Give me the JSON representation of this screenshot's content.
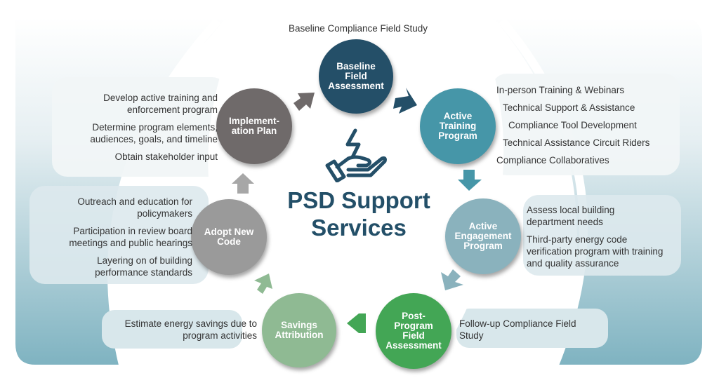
{
  "title": "PSD Support Services",
  "title_lines": [
    "PSD Support",
    "Services"
  ],
  "icon": "hand-with-lightning-icon",
  "top_caption": "Baseline Compliance Field Study",
  "colors": {
    "baseline": "#244f68",
    "training": "#4696a8",
    "engagement": "#8ab2bd",
    "post_program": "#43a655",
    "savings": "#8fba93",
    "adopt": "#9a9a9a",
    "implementation": "#6f6a6a",
    "title": "#234f68",
    "panel": "#dde9ed",
    "panel_dark": "#7fb3c1"
  },
  "stages": [
    {
      "id": "baseline",
      "label": "Baseline\nField\nAssessment"
    },
    {
      "id": "training",
      "label": "Active\nTraining\nProgram"
    },
    {
      "id": "engagement",
      "label": "Active\nEngagement\nProgram"
    },
    {
      "id": "post_program",
      "label": "Post-\nProgram\nField\nAssessment"
    },
    {
      "id": "savings",
      "label": "Savings\nAttribution"
    },
    {
      "id": "adopt",
      "label": "Adopt New\nCode"
    },
    {
      "id": "implementation",
      "label": "Implement-\nation Plan"
    }
  ],
  "details": {
    "training": [
      "In-person Training & Webinars",
      "Technical Support & Assistance",
      "Compliance Tool Development",
      "Technical Assistance Circuit Riders",
      "Compliance Collaboratives"
    ],
    "engagement": [
      "Assess local building department needs",
      "Third-party energy code verification program with training and quality assurance"
    ],
    "post_program": [
      "Follow-up Compliance Field Study"
    ],
    "savings": [
      "Estimate energy savings due to program activities"
    ],
    "adopt": [
      "Outreach and education for policymakers",
      "Participation in review board meetings and public hearings",
      "Layering on of building performance standards"
    ],
    "implementation": [
      "Develop active training and enforcement program",
      "Determine program elements, audiences, goals, and timeline",
      "Obtain stakeholder input"
    ]
  }
}
